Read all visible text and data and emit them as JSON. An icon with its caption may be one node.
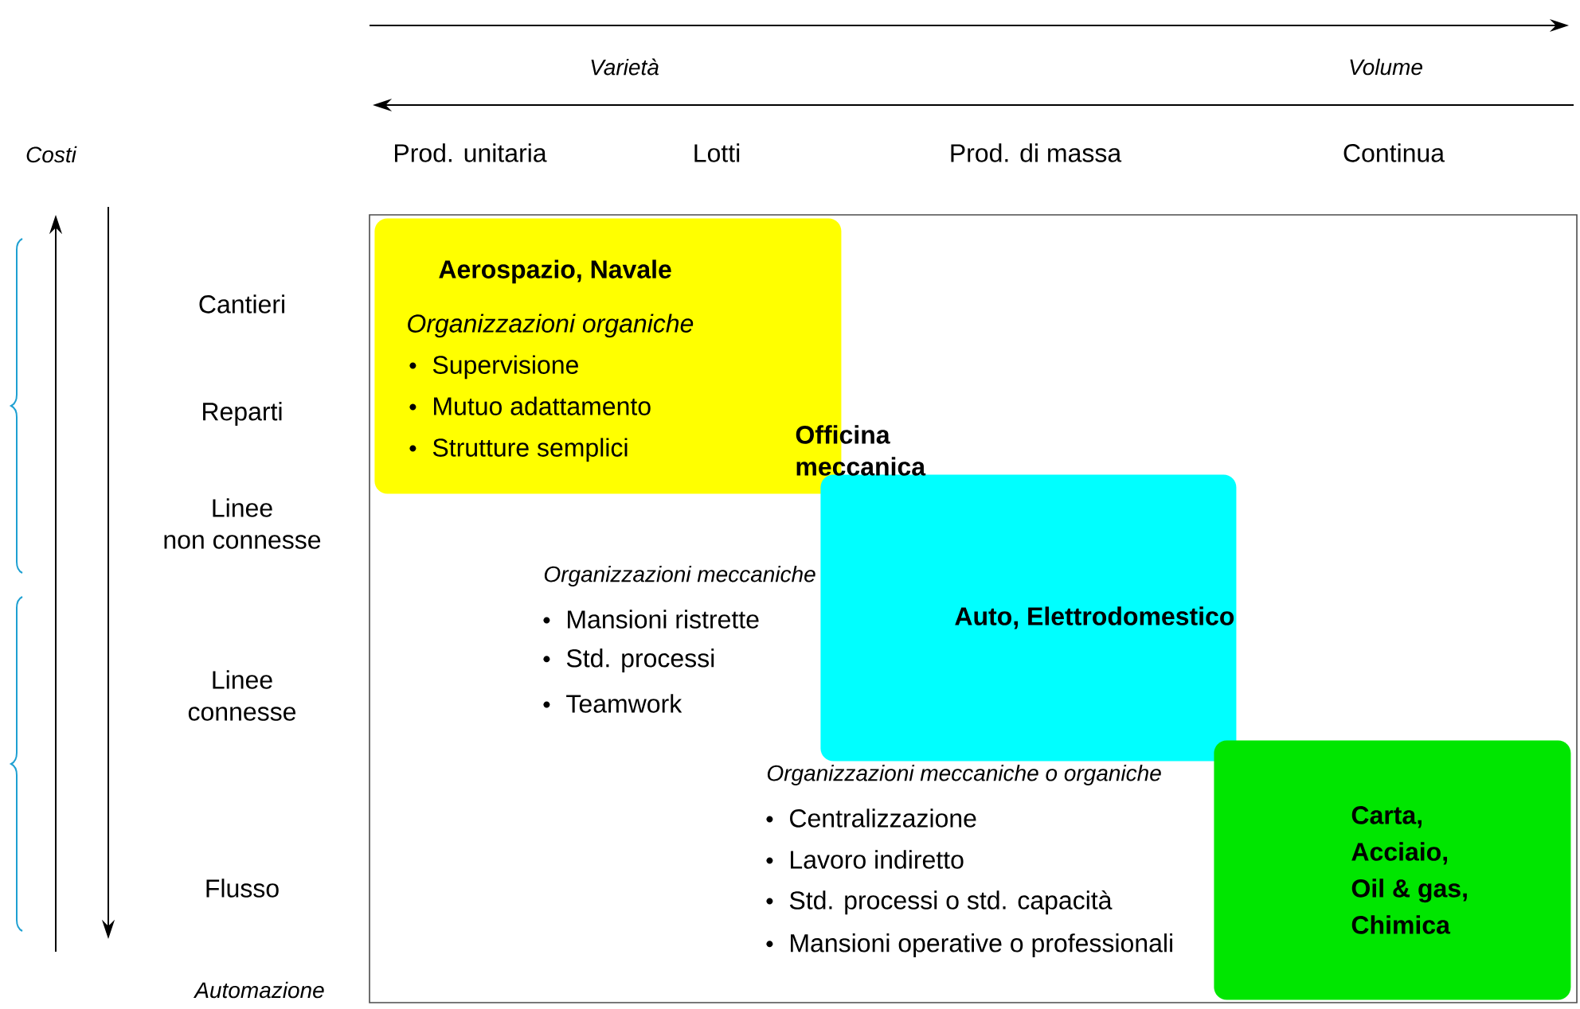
{
  "diagram": {
    "nodes": [
      {
        "text": [
          "Aerospazio, Navale",
          "Organizzazioni organiche",
          "Supervisione",
          "Mutuo adattamento",
          "Strutture semplici"
        ]
      },
      {
        "text": [
          "Auto, Elettrodomestico"
        ]
      },
      {
        "text": [
          "Carta, Acciaio, Oil & gas, Chimica"
        ]
      }
    ],
    "labels": [
      "Varietà",
      "Volume",
      "Costi",
      "Prod. unitaria",
      "Lotti",
      "Prod. di massa",
      "Continua",
      "Cantieri",
      "Reparti",
      "Linee non connesse",
      "Linee connesse",
      "Flusso",
      "Officina meccanica",
      "Organizzazioni meccaniche",
      "Mansioni ristrette",
      "Std. processi",
      "Teamwork",
      "Organizzazioni meccaniche o organiche",
      "Centralizzazione",
      "Lavoro indiretto",
      "Std. processi o std. capacità",
      "Mansioni operative o professionali",
      "Automazione"
    ]
  }
}
